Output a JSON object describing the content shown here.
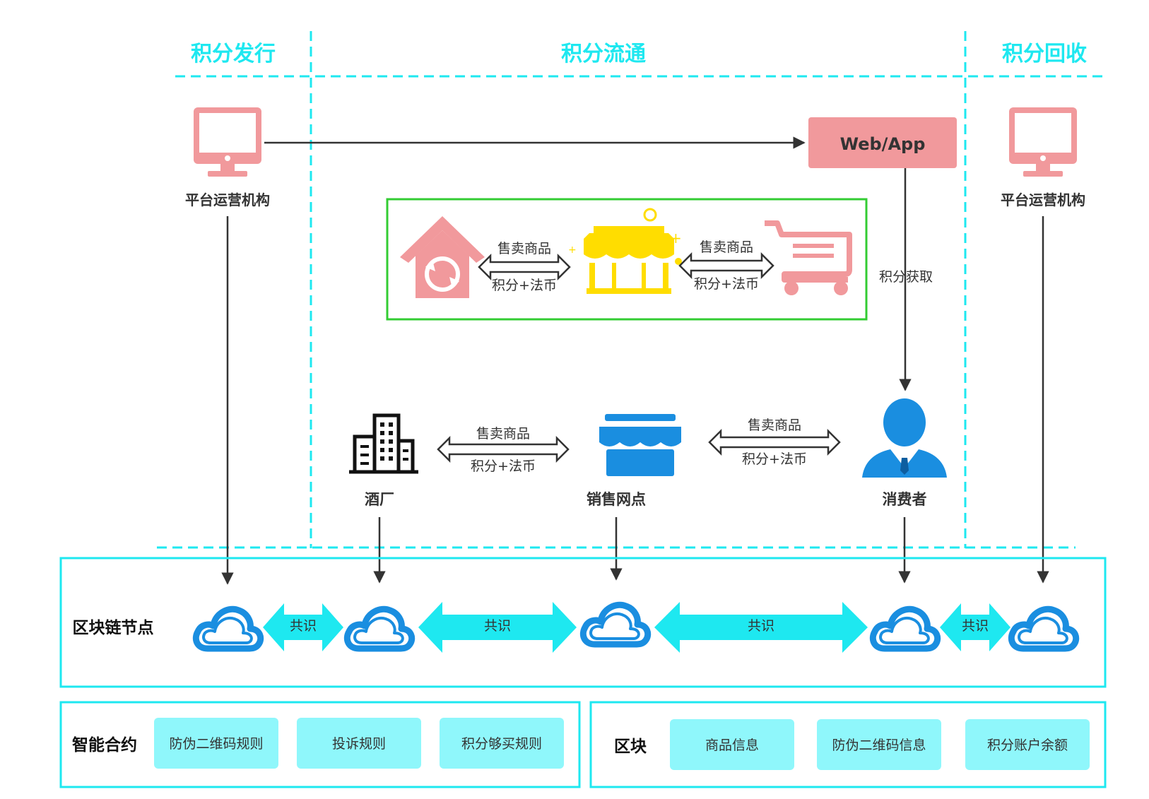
{
  "sections": {
    "issue": "积分发行",
    "circulate": "积分流通",
    "recycle": "积分回收"
  },
  "colors": {
    "accent": "#1ee8f0",
    "pink": "#f1999c",
    "blue": "#1a8ee0",
    "green": "#33cc33",
    "yellow": "#ffdd00",
    "pill": "#8ff7fb"
  },
  "nodes": {
    "platform_left": "平台运营机构",
    "platform_right": "平台运营机构",
    "webapp": "Web/App",
    "points_get": "积分获取",
    "winery": "酒厂",
    "outlet": "销售网点",
    "consumer": "消费者"
  },
  "edges": {
    "sell": "售卖商品",
    "pay": "积分+法币",
    "consensus": "共识"
  },
  "icons": {
    "computer": "computer-monitor-icon",
    "factory": "factory-refresh-icon",
    "shop_yellow": "shop-awning-icon",
    "cart": "shopping-cart-icon",
    "building": "building-icon",
    "shop_blue": "store-icon",
    "consumer": "person-icon",
    "cloud": "cloud-icon"
  },
  "blockchain": {
    "label": "区块链节点"
  },
  "contract": {
    "label": "智能合约",
    "items": [
      "防伪二维码规则",
      "投诉规则",
      "积分够买规则"
    ]
  },
  "block": {
    "label": "区块",
    "items": [
      "商品信息",
      "防伪二维码信息",
      "积分账户余额"
    ]
  }
}
